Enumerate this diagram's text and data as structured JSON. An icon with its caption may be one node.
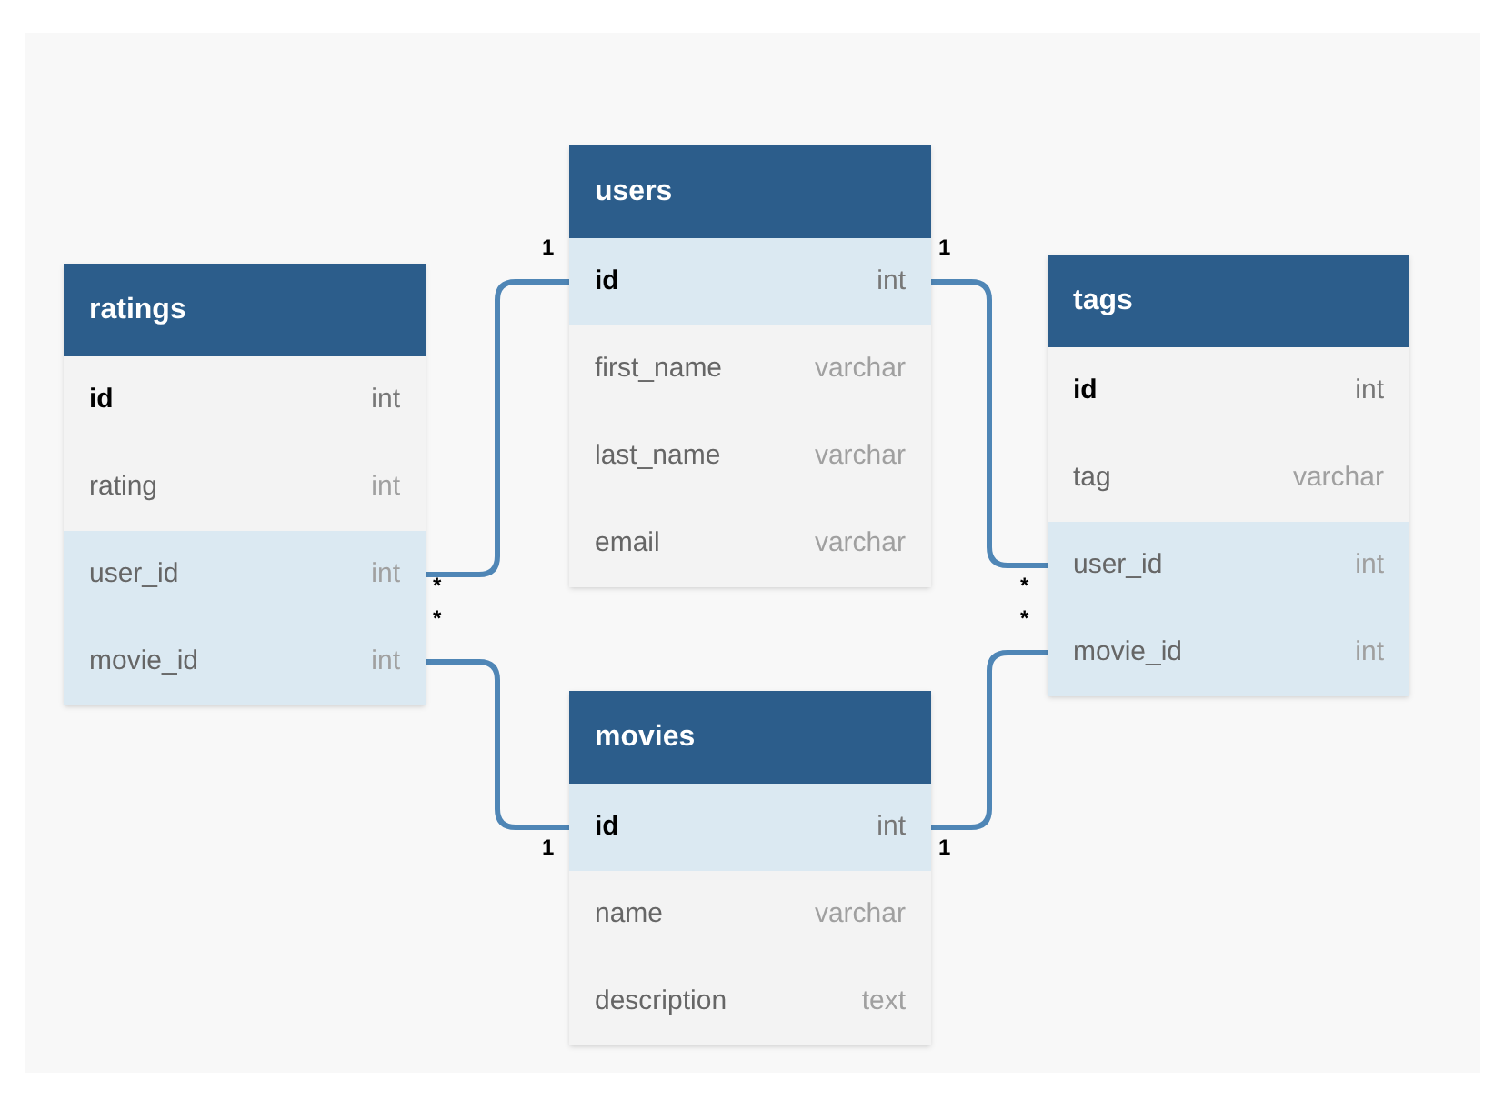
{
  "diagram": {
    "nodes": [
      {
        "text": [
          "users"
        ]
      },
      {
        "text": [
          "id",
          "int"
        ],
        "in": 0
      },
      {
        "text": [
          "first_name",
          "varchar"
        ],
        "in": 0
      },
      {
        "text": [
          "last_name",
          "varchar"
        ],
        "in": 0
      },
      {
        "text": [
          "email",
          "varchar"
        ],
        "in": 0
      },
      {
        "text": [
          "ratings"
        ]
      },
      {
        "text": [
          "id",
          "int"
        ],
        "in": 5
      },
      {
        "text": [
          "rating",
          "int"
        ],
        "in": 5
      },
      {
        "text": [
          "user_id",
          "int"
        ],
        "in": 5
      },
      {
        "text": [
          "movie_id",
          "int"
        ],
        "in": 5
      },
      {
        "text": [
          "tags"
        ]
      },
      {
        "text": [
          "id",
          "int"
        ],
        "in": 10
      },
      {
        "text": [
          "tag",
          "varchar"
        ],
        "in": 10
      },
      {
        "text": [
          "user_id",
          "int"
        ],
        "in": 10
      },
      {
        "text": [
          "movie_id",
          "int"
        ],
        "in": 10
      },
      {
        "text": [
          "movies"
        ]
      },
      {
        "text": [
          "id",
          "int"
        ],
        "in": 15
      },
      {
        "text": [
          "name",
          "varchar"
        ],
        "in": 15
      },
      {
        "text": [
          "description",
          "text"
        ],
        "in": 15
      }
    ],
    "edges": [
      {
        "from": 8,
        "to": 1,
        "arrow": "none"
      },
      {
        "from": 9,
        "to": 16,
        "arrow": "none"
      },
      {
        "from": 13,
        "to": 1,
        "arrow": "none"
      },
      {
        "from": 14,
        "to": 16,
        "arrow": "none"
      }
    ],
    "labels": [
      "1",
      "1",
      "*",
      "*",
      "*",
      "*",
      "1",
      "1"
    ]
  }
}
